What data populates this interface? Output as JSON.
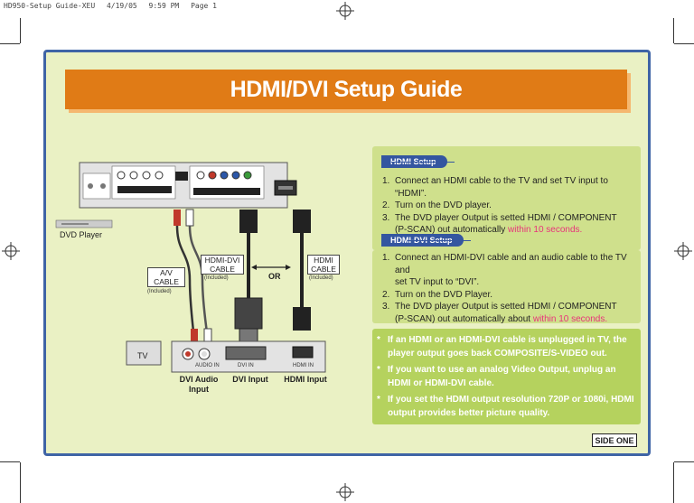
{
  "header": {
    "file": "HD950-Setup Guide-XEU",
    "date": "4/19/05",
    "time": "9:59 PM",
    "page": "Page 1"
  },
  "title": "HDMI/DVI Setup Guide",
  "colors": {
    "frame": "#3f64a6",
    "panel": "#eaf1c4",
    "title": "#e07b16",
    "tag": "#3456a0",
    "highlight": "#e8337a"
  },
  "hdmi_setup": {
    "tag": "HDMI Setup",
    "steps": [
      {
        "num": "1.",
        "text": "Connect an HDMI cable to the TV and set TV input to “HDMI”.",
        "highlight": ""
      },
      {
        "num": "2.",
        "text": "Turn on the DVD player.",
        "highlight": ""
      },
      {
        "num": "3.",
        "text": "The DVD player Output is setted HDMI / COMPONENT",
        "highlight": ""
      },
      {
        "num": "",
        "text": "(P-SCAN) out automatically ",
        "highlight": "within 10 seconds."
      }
    ]
  },
  "hdmi_dvi_setup": {
    "tag": "HDMI-DVI Setup",
    "steps": [
      {
        "num": "1.",
        "text": "Connect an HDMI-DVI cable and an audio cable to the TV and",
        "highlight": ""
      },
      {
        "num": "",
        "text": "set TV input to “DVI”.",
        "highlight": ""
      },
      {
        "num": "2.",
        "text": "Turn on the DVD Player.",
        "highlight": ""
      },
      {
        "num": "3.",
        "text": "The DVD player Output is setted HDMI / COMPONENT",
        "highlight": ""
      },
      {
        "num": "",
        "text": "(P-SCAN) out automatically about ",
        "highlight": "within 10 seconds."
      }
    ]
  },
  "notes": [
    {
      "star": "*",
      "text": "If an HDMI or an HDMI-DVI cable is unplugged in TV, the player output goes back COMPOSITE/S-VIDEO out."
    },
    {
      "star": "*",
      "text": "If you want to use an analog Video Output, unplug an HDMI or HDMI-DVI cable."
    },
    {
      "star": "*",
      "text": "If you set the HDMI output resolution 720P or 1080i, HDMI output provides better picture quality."
    }
  ],
  "side_label": "SIDE ONE",
  "diagram": {
    "dvd_player": "DVD Player",
    "tv": "TV",
    "av_cable": {
      "line1": "A/V",
      "line2": "CABLE",
      "note": "(Included)"
    },
    "hdmi_dvi_cable": {
      "line1": "HDMI-DVI",
      "line2": "CABLE",
      "note": "(Included)"
    },
    "hdmi_cable": {
      "line1": "HDMI",
      "line2": "CABLE",
      "note": "(Included)"
    },
    "or": "OR",
    "audio_in": "AUDIO IN",
    "dvi_in": "DVI IN",
    "hdmi_in": "HDMI IN",
    "dvi_audio_input": {
      "line1": "DVI Audio",
      "line2": "Input"
    },
    "dvi_input": "DVI Input",
    "hdmi_input": "HDMI Input"
  }
}
